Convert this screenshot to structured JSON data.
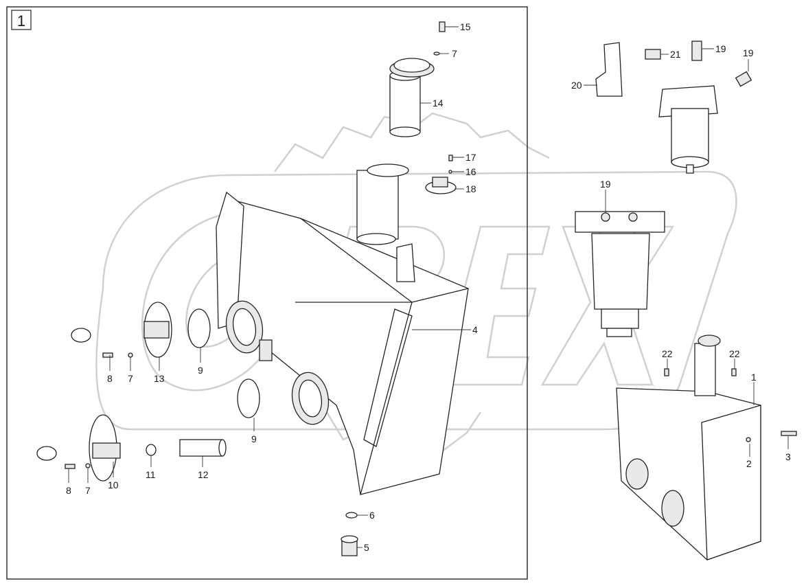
{
  "diagram": {
    "group_label": "1",
    "watermark": "OPEX",
    "colors": {
      "line": "#222222",
      "watermark": "#d0d0d0",
      "background": "#ffffff"
    },
    "callouts": {
      "c15": "15",
      "c7a": "7",
      "c14": "14",
      "c17": "17",
      "c16": "16",
      "c18": "18",
      "c4": "4",
      "c8a": "8",
      "c7b": "7",
      "c13": "13",
      "c9a": "9",
      "c9b": "9",
      "c8b": "8",
      "c7c": "7",
      "c10": "10",
      "c11": "11",
      "c12": "12",
      "c6": "6",
      "c5": "5",
      "c20": "20",
      "c21": "21",
      "c19a": "19",
      "c19b": "19",
      "c19c": "19",
      "c22a": "22",
      "c22b": "22",
      "c1": "1",
      "c2": "2",
      "c3": "3"
    }
  }
}
